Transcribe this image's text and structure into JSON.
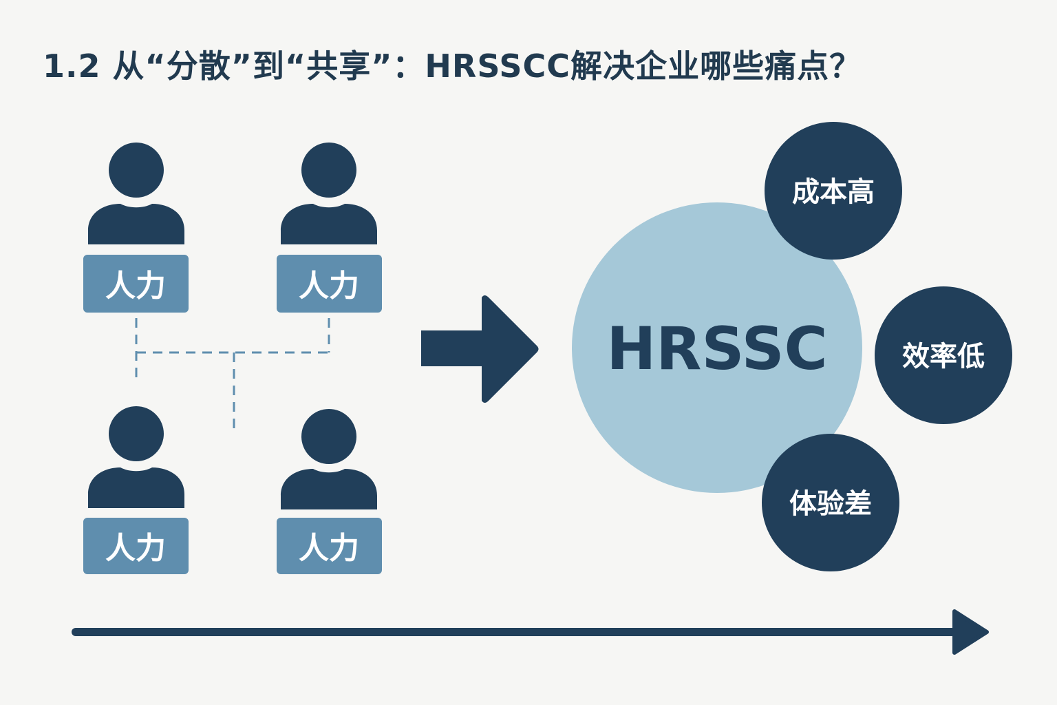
{
  "title": "1.2 从“分散”到“共享”：HRSSCC解决企业哪些痛点？",
  "people": [
    {
      "label": "人力"
    },
    {
      "label": "人力"
    },
    {
      "label": "人力"
    },
    {
      "label": "人力"
    }
  ],
  "center": {
    "label": "HRSSC"
  },
  "pain_points": [
    {
      "label": "成本高"
    },
    {
      "label": "效率低"
    },
    {
      "label": "体验差"
    }
  ],
  "colors": {
    "dark": "#213f5a",
    "label_box": "#5f8eae",
    "center_circle": "#a5c8d8",
    "dashed": "#5f8eae",
    "background": "#f6f6f4"
  }
}
